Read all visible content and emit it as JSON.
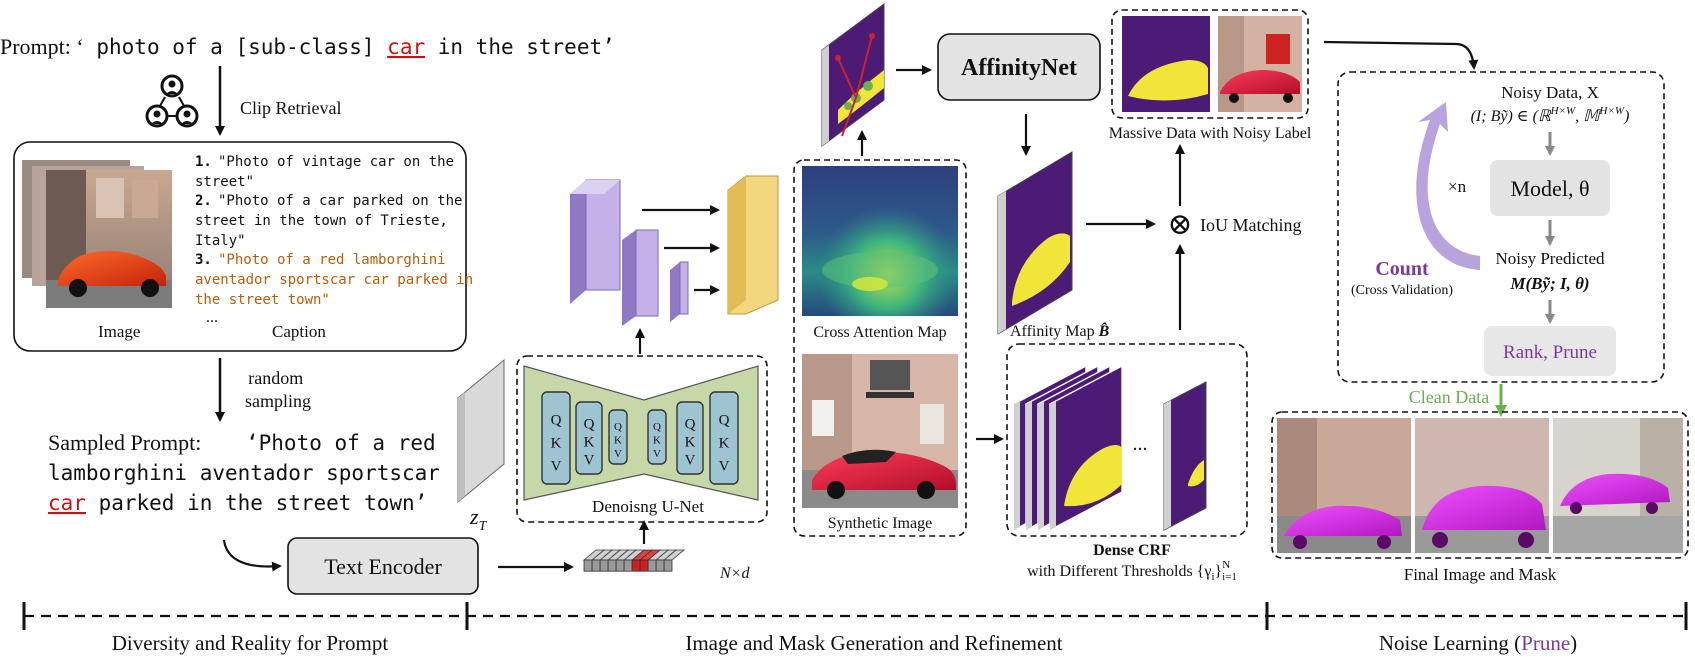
{
  "colors": {
    "red": "#cc1111",
    "caption_highlight": "#b85c0a",
    "purple": "#7a3b9c",
    "lilac": "#b9a3dc",
    "yellow": "#f3d77e",
    "green_unet": "#c6d7a8",
    "qkv": "#9ec4d2",
    "clean_green": "#6ab04c",
    "gray_box": "#e3e3e3",
    "rank_bg": "#e7e7e7",
    "mask_bg": "#4b1b75",
    "mask_fg": "#f2e53a"
  },
  "prompt": {
    "lead": "Prompt: ‘",
    "text": " photo of a [sub-class] ",
    "word": "car",
    "tail": " in the street’"
  },
  "clip_retrieval": "Clip Retrieval",
  "retrieval": {
    "captions": [
      {
        "num": "1.",
        "lines": [
          "\"Photo of vintage car on the",
          "street\""
        ]
      },
      {
        "num": "2.",
        "lines": [
          "\"Photo of a  car parked on the",
          "street in the town of Trieste,",
          "Italy\""
        ]
      },
      {
        "num": "3.",
        "lines": [
          "\"Photo of a red lamborghini",
          "aventador sportscar car parked in",
          "the street town\""
        ]
      }
    ],
    "ellipsis": "...",
    "image_label": "Image",
    "caption_label": "Caption"
  },
  "random_sampling": [
    "random",
    "sampling"
  ],
  "sampled_prompt": {
    "lead": "Sampled Prompt:",
    "line1": "‘Photo of a red",
    "line2": "lamborghini aventador sportscar",
    "word": "car",
    "line3_tail": " parked in the street town’"
  },
  "text_encoder": "Text Encoder",
  "nxd": "N×d",
  "zt": "z",
  "zt_sub": "T",
  "unet": {
    "label": "Denoisng U-Net",
    "qkv": [
      "Q",
      "K",
      "V"
    ]
  },
  "cross_attention_label": "Cross Attention Map",
  "synthetic_label": "Synthetic Image",
  "affinitynet": "AffinityNet",
  "massive_label": "Massive Data with Noisy Label",
  "affinity_map_label": "Affinity Map ",
  "affinity_map_sym": "B̂",
  "iou_symbol": "⊗",
  "iou_label": "IoU Matching",
  "dense_crf": {
    "title": "Dense CRF",
    "subtitle": "with Different Thresholds {γ",
    "sub_i": "i",
    "close": "}",
    "sup": "N",
    "sub2": "i=1",
    "dots": "..."
  },
  "noise": {
    "noisy_data": "Noisy Data, X",
    "formula": "(I; Bỹ) ∈ (ℝ",
    "hw": "H×W",
    "mid": ", 𝕄",
    "close": ")",
    "xn": "×n",
    "model": "Model, θ",
    "noisy_predicted": "Noisy Predicted",
    "predicted_formula": "M(Bỹ; I, θ)",
    "count": "Count",
    "cross_validation": "(Cross Validation)",
    "rank_prune": "Rank, Prune",
    "clean_data": "Clean Data",
    "final_label": "Final Image and Mask"
  },
  "sections": [
    {
      "label": "Diversity and Reality for Prompt"
    },
    {
      "label": "Image and Mask Generation and Refinement"
    },
    {
      "label_a": "Noise Learning (",
      "label_b": "Prune",
      "label_c": ")"
    }
  ]
}
